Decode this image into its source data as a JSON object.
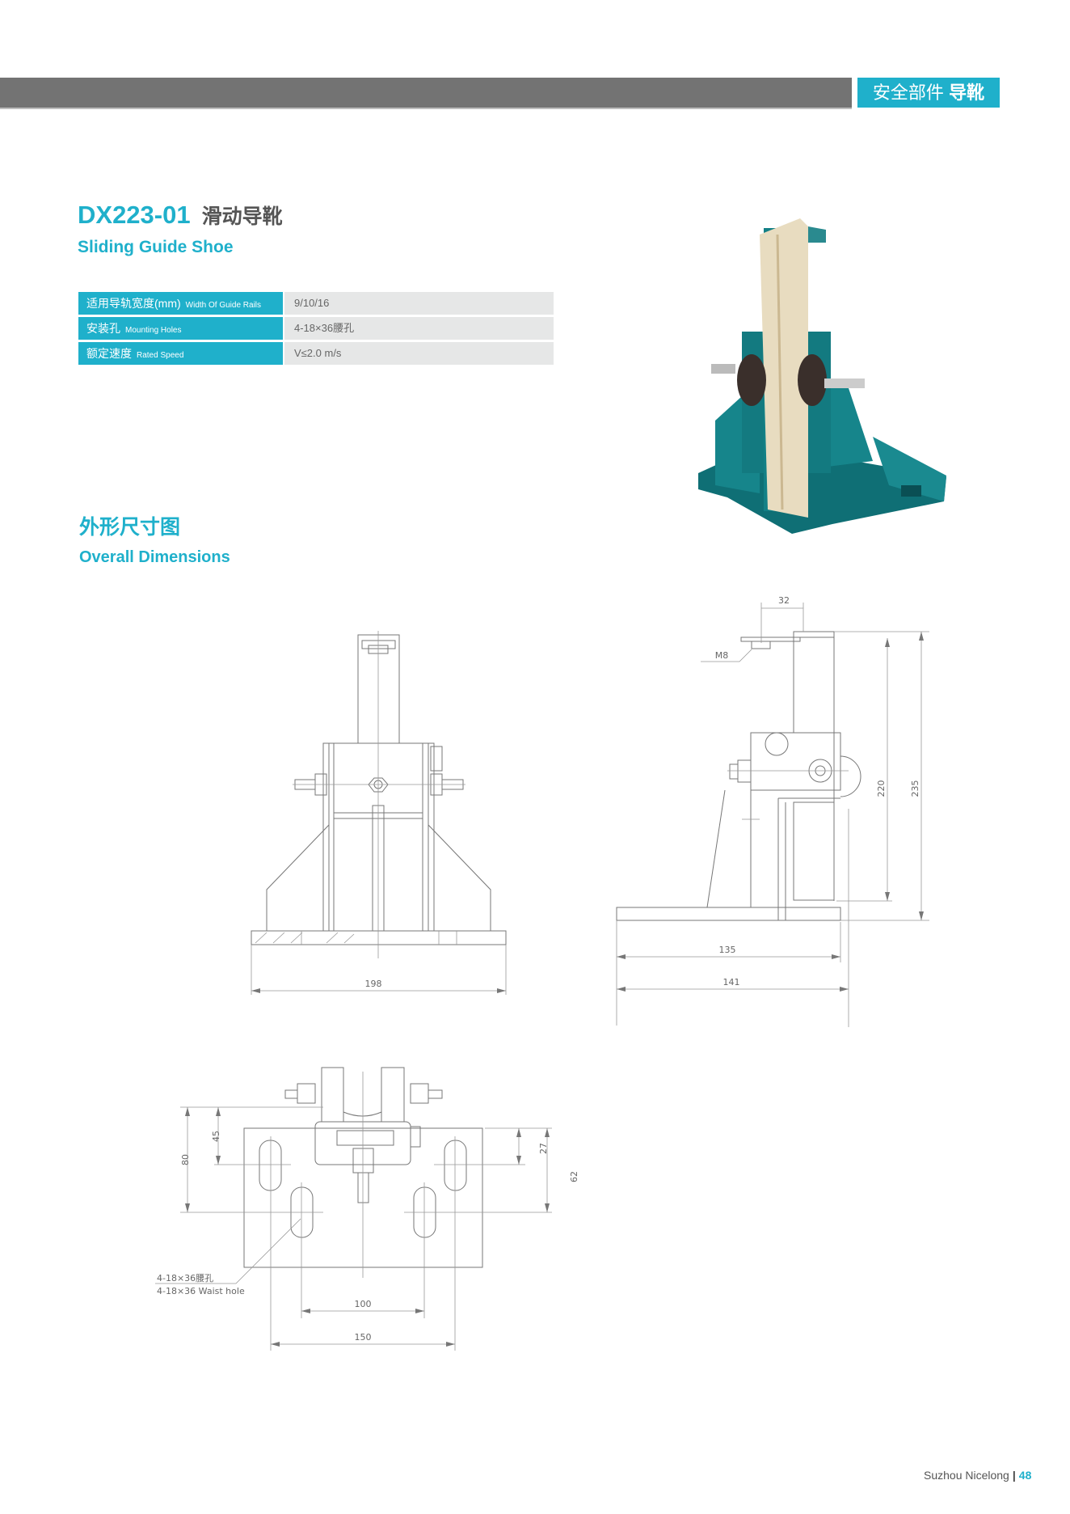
{
  "header": {
    "category": "安全部件",
    "section": "导靴"
  },
  "product": {
    "model": "DX223-01",
    "name_cn": "滑动导靴",
    "name_en": "Sliding Guide Shoe"
  },
  "specs": [
    {
      "label_cn": "适用导轨宽度(mm)",
      "label_en": "Width Of Guide Rails",
      "value": "9/10/16"
    },
    {
      "label_cn": "安装孔",
      "label_en": "Mounting Holes",
      "value": "4-18×36腰孔"
    },
    {
      "label_cn": "额定速度",
      "label_en": "Rated Speed",
      "value": "V≤2.0 m/s"
    }
  ],
  "dimensions": {
    "title_cn": "外形尺寸图",
    "title_en": "Overall Dimensions",
    "front": {
      "width": "198"
    },
    "side": {
      "top": "32",
      "thread": "M8",
      "h1": "220",
      "h2": "235",
      "w1": "135",
      "w2": "141"
    },
    "plan": {
      "d80": "80",
      "d45": "45",
      "d27": "27",
      "d62": "62",
      "d100": "100",
      "d150": "150",
      "hole_cn": "4-18×36腰孔",
      "hole_en": "4-18×36 Waist hole"
    }
  },
  "footer": {
    "company": "Suzhou Nicelong",
    "separator": "|",
    "page": "48"
  },
  "colors": {
    "accent": "#1fb0cb",
    "bar": "#737373",
    "product": "#127a80"
  }
}
